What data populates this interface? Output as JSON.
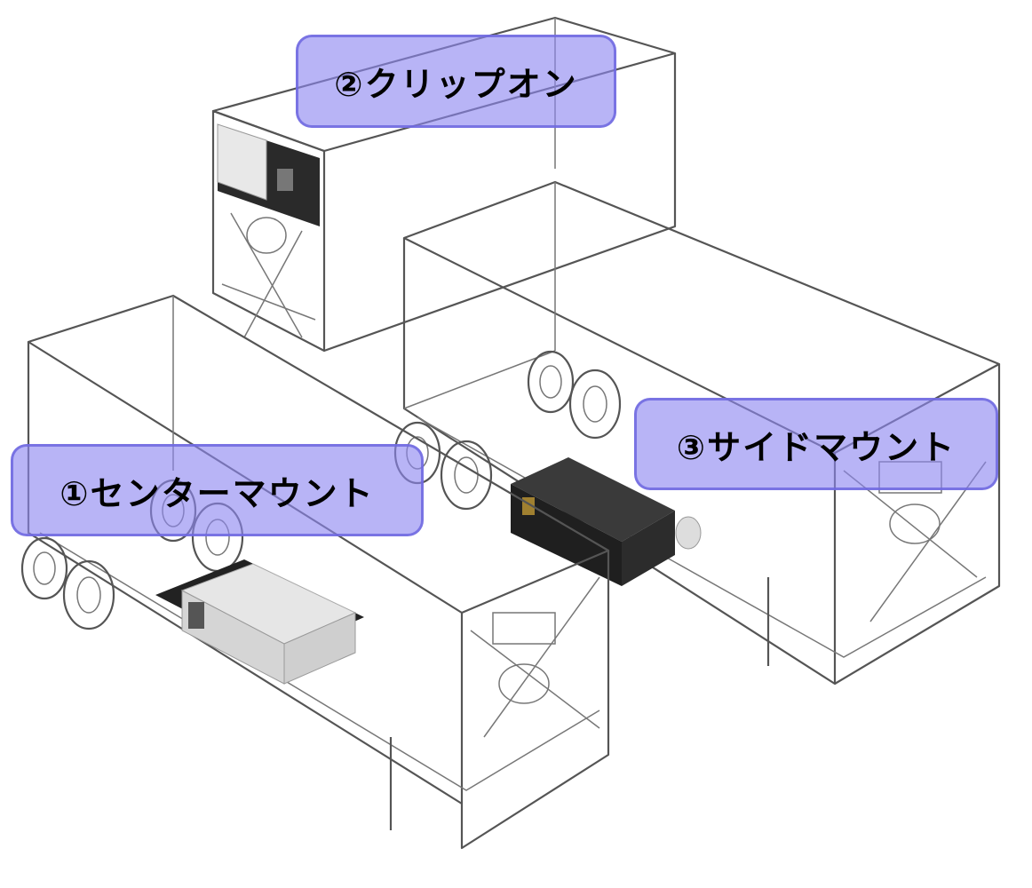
{
  "labels": {
    "clip_on": "②クリップオン",
    "center_mount": "①センターマウント",
    "side_mount": "③サイドマウント"
  },
  "colors": {
    "label_fill": "#b3b0f8",
    "label_border": "#7a74e0",
    "outline": "#555555"
  }
}
